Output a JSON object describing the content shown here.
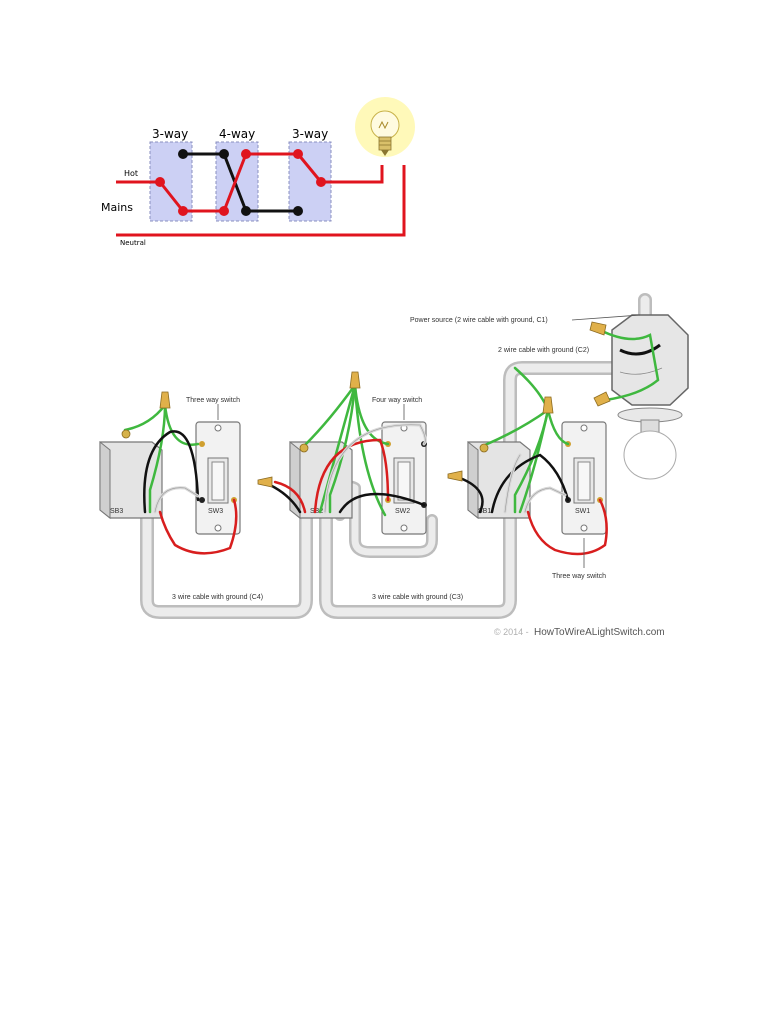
{
  "schematic": {
    "labels": {
      "three_way_left": "3-way",
      "four_way": "4-way",
      "three_way_right": "3-way",
      "hot": "Hot",
      "mains": "Mains",
      "neutral": "Neutral"
    },
    "colors": {
      "hot_wire": "#e0141e",
      "traveler_wire": "#111111",
      "switch_box": "#ccd0f4",
      "bulb_glow": "#fff7a8"
    }
  },
  "wiring_diagram": {
    "labels": {
      "power_source": "Power source (2 wire cable with ground, C1)",
      "cable_c2": "2 wire cable with ground (C2)",
      "three_way_switch_top": "Three way switch",
      "four_way_switch": "Four way switch",
      "three_way_switch_bottom": "Three way switch",
      "box_sb3": "SB3",
      "box_sb2": "SB2",
      "box_sb1": "SB1",
      "sw3": "SW3",
      "sw2": "SW2",
      "sw1": "SW1",
      "cable_c4": "3 wire cable with ground (C4)",
      "cable_c3": "3 wire cable with ground (C3)"
    },
    "credit": {
      "copyright": "© 2014 -",
      "site": "HowToWireALightSwitch.com"
    },
    "colors": {
      "ground_wire": "#3fb83f",
      "hot_wire": "#d81e1e",
      "black_wire": "#111111",
      "white_wire": "#e8e8e8",
      "cable": "#d9d9d9",
      "wire_nut": "#e0b04a"
    }
  }
}
